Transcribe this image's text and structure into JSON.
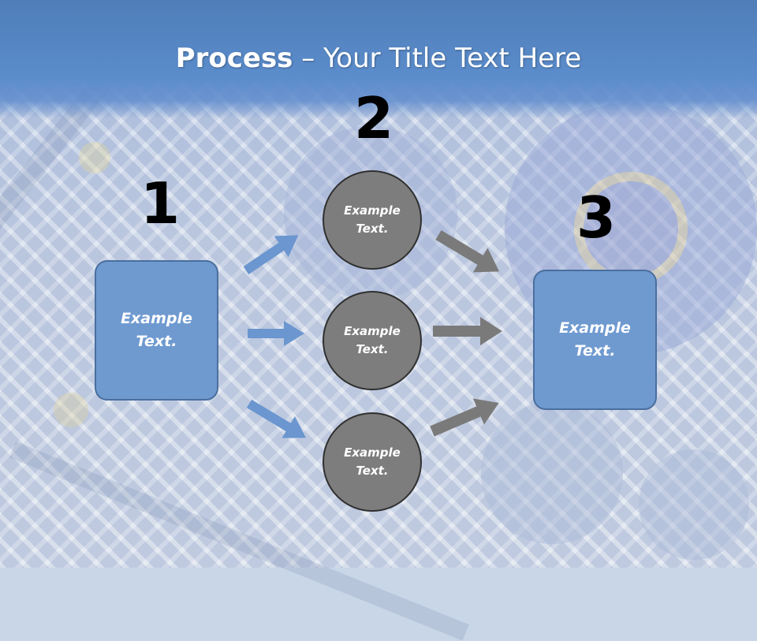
{
  "title": {
    "bold": "Process",
    "rest": " – Your Title Text Here"
  },
  "steps": {
    "one": "1",
    "two": "2",
    "three": "3"
  },
  "left_box": {
    "line1": "Example",
    "line2": "Text."
  },
  "right_box": {
    "line1": "Example",
    "line2": "Text."
  },
  "circles": [
    {
      "line1": "Example",
      "line2": "Text."
    },
    {
      "line1": "Example",
      "line2": "Text."
    },
    {
      "line1": "Example",
      "line2": "Text."
    }
  ],
  "colors": {
    "header": "#5b8ccb",
    "box_fill": "#6f9ad0",
    "circle_fill": "#7d7d7d",
    "blue_arrow": "#6b96cf",
    "gray_arrow": "#7a7a7a"
  }
}
